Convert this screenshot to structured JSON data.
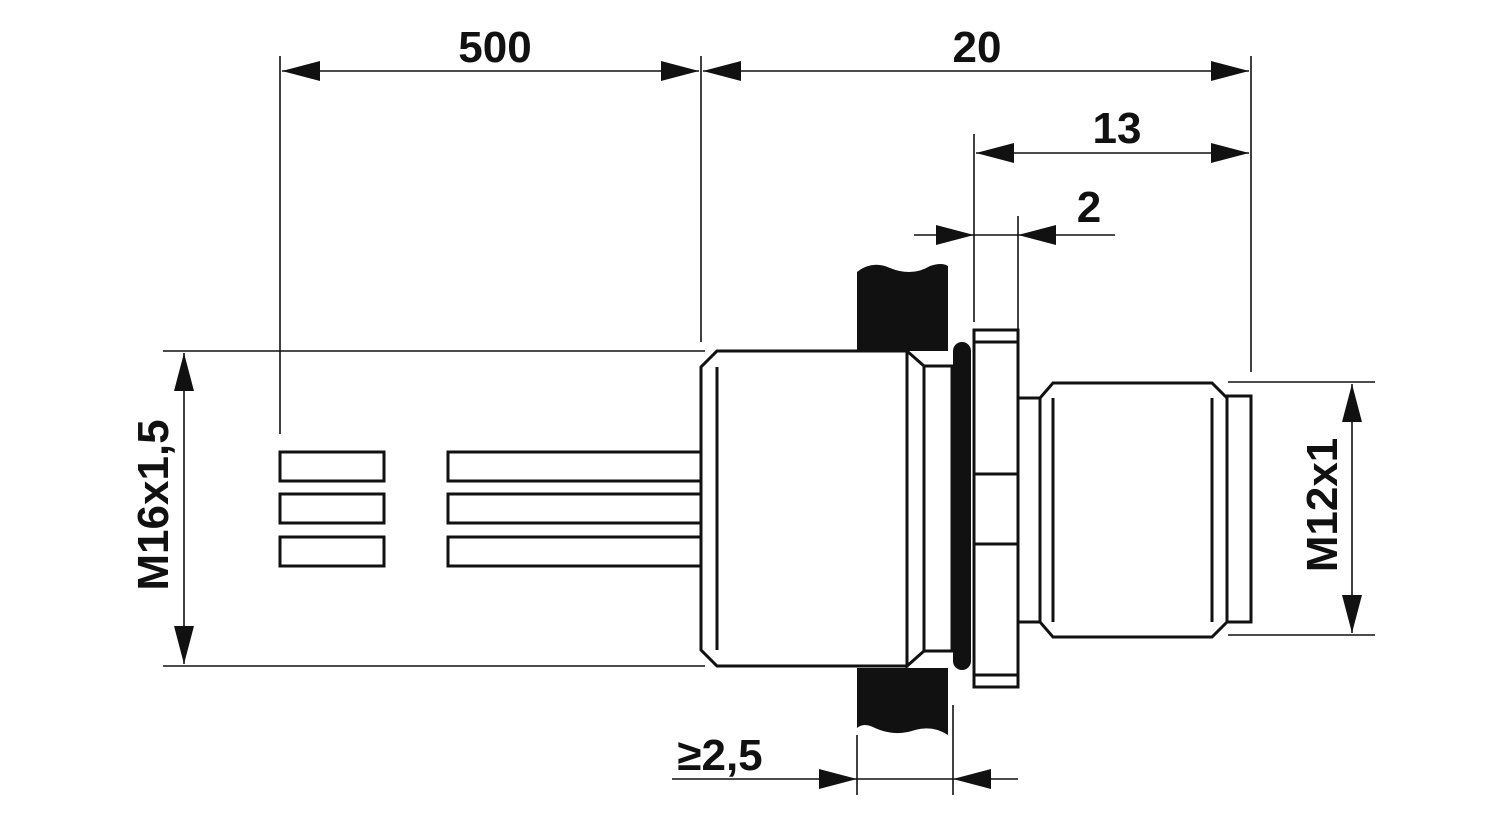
{
  "dimensions": {
    "cable_length": "500",
    "overall_length": "20",
    "front_length": "13",
    "nut_thickness": "2",
    "wall_thickness": "≥2,5",
    "rear_thread": "M16x1,5",
    "front_thread": "M12x1"
  }
}
